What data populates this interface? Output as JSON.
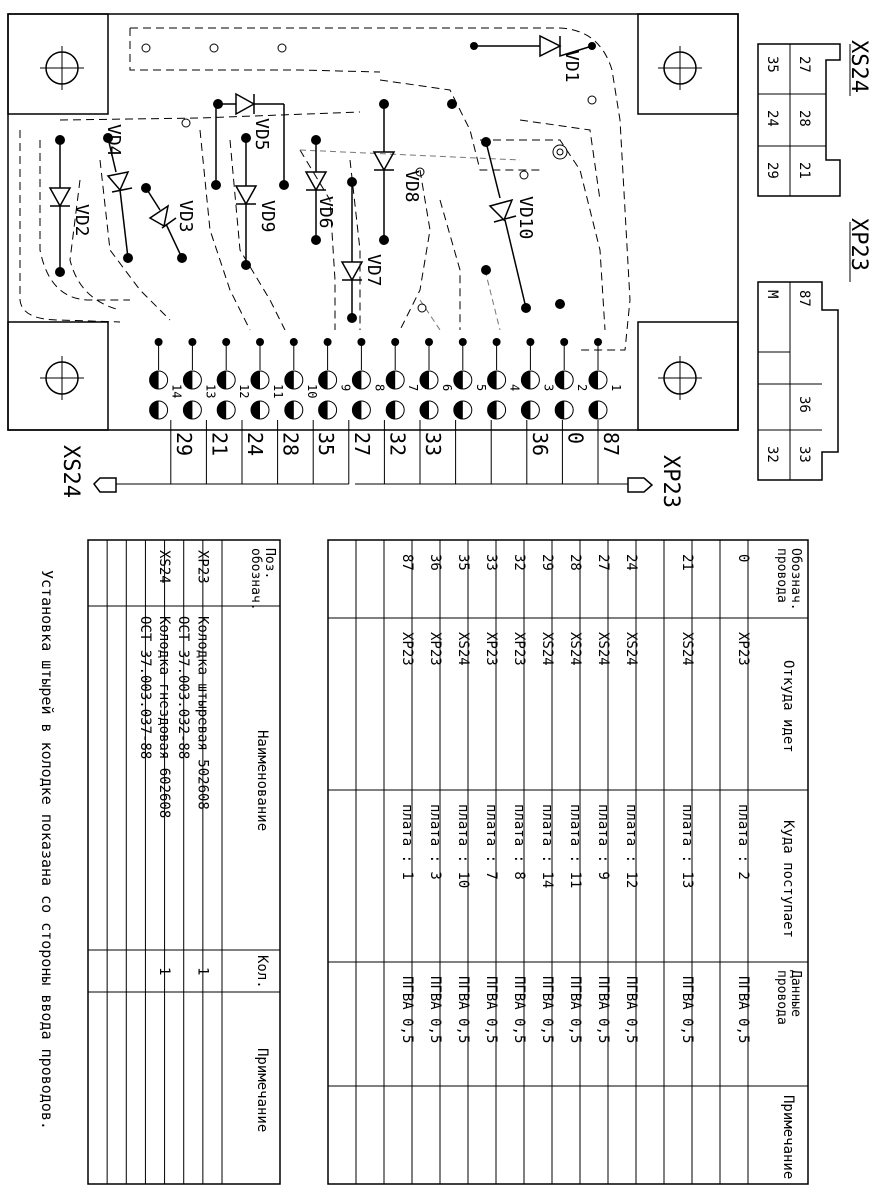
{
  "board": {
    "diodes": [
      {
        "label": "VD1"
      },
      {
        "label": "VD2"
      },
      {
        "label": "VD3"
      },
      {
        "label": "VD4"
      },
      {
        "label": "VD5"
      },
      {
        "label": "VD6"
      },
      {
        "label": "VD7"
      },
      {
        "label": "VD8"
      },
      {
        "label": "VD9"
      },
      {
        "label": "VD10"
      }
    ],
    "pin_numbers": [
      "1",
      "2",
      "3",
      "4",
      "5",
      "6",
      "7",
      "8",
      "9",
      "10",
      "11",
      "12",
      "13",
      "14"
    ],
    "wire_numbers": [
      "87",
      "0",
      "36",
      "",
      "",
      "33",
      "32",
      "27",
      "35",
      "28",
      "24",
      "21",
      "29"
    ],
    "connector_left": "XS24",
    "connector_right": "XP23"
  },
  "xs24_block": {
    "title": "XS24",
    "rows": [
      [
        "27",
        "28",
        "21"
      ],
      [
        "35",
        "24",
        "29"
      ]
    ]
  },
  "xp23_block": {
    "title": "XP23",
    "rows": [
      [
        "87",
        "",
        "36",
        "33"
      ],
      [
        "M",
        "",
        "",
        "32"
      ]
    ]
  },
  "wire_table": {
    "headers": [
      "Обознач. провода",
      "Откуда идет",
      "Куда поступает",
      "Данные провода",
      "Примечание"
    ],
    "rows": [
      [
        "0",
        "XP23",
        "плата : 2",
        "ПГВА 0,5",
        ""
      ],
      [
        "",
        "",
        "",
        "",
        ""
      ],
      [
        "21",
        "XS24",
        "плата : 13",
        "ПГВА 0,5",
        ""
      ],
      [
        "",
        "",
        "",
        "",
        ""
      ],
      [
        "24",
        "XS24",
        "плата : 12",
        "ПГВА 0,5",
        ""
      ],
      [
        "27",
        "XS24",
        "плата : 9",
        "ПГВА 0,5",
        ""
      ],
      [
        "28",
        "XS24",
        "плата : 11",
        "ПГВА 0,5",
        ""
      ],
      [
        "29",
        "XS24",
        "плата : 14",
        "ПГВА 0,5",
        ""
      ],
      [
        "32",
        "XP23",
        "плата : 8",
        "ПГВА 0,5",
        ""
      ],
      [
        "33",
        "XP23",
        "плата : 7",
        "ПГВА 0,5",
        ""
      ],
      [
        "35",
        "XS24",
        "плата : 10",
        "ПГВА 0,5",
        ""
      ],
      [
        "36",
        "XP23",
        "плата : 3",
        "ПГВА 0,5",
        ""
      ],
      [
        "87",
        "XP23",
        "плата : 1",
        "ПГВА 0,5",
        ""
      ],
      [
        "",
        "",
        "",
        "",
        ""
      ],
      [
        "",
        "",
        "",
        "",
        ""
      ]
    ]
  },
  "parts_table": {
    "headers": [
      "Поз. обознач.",
      "Наименование",
      "Кол.",
      "Примечание"
    ],
    "rows": [
      [
        "",
        "",
        "",
        ""
      ],
      [
        "XP23",
        "Колодка штыревая 502608",
        "1",
        ""
      ],
      [
        "",
        "ОСТ 37.003.032-88",
        "",
        ""
      ],
      [
        "XS24",
        "Колодка гнездовая 602608",
        "1",
        ""
      ],
      [
        "",
        "ОСТ 37.003.037-88",
        "",
        ""
      ],
      [
        "",
        "",
        "",
        ""
      ],
      [
        "",
        "",
        "",
        ""
      ]
    ]
  },
  "footnote": "Установка штырей в колодке показана со стороны ввода проводов."
}
